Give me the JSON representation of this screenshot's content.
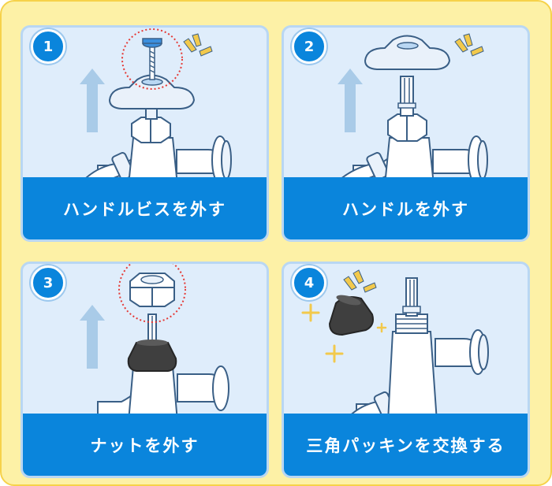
{
  "steps": [
    {
      "number": "1",
      "label": "ハンドルビスを外す"
    },
    {
      "number": "2",
      "label": "ハンドルを外す"
    },
    {
      "number": "3",
      "label": "ナットを外す"
    },
    {
      "number": "4",
      "label": "三角パッキンを交換する"
    }
  ],
  "colors": {
    "frame_bg": "#fdf1a6",
    "frame_border": "#f6d24a",
    "panel_bg": "#dfedfb",
    "caption_bg": "#0a85dc",
    "arrow": "#a9cbe8",
    "highlight_circle": "#e53935",
    "packing": "#3f3f3f",
    "accent_yellow": "#f2c94c"
  },
  "icons": [
    "up-arrow-icon",
    "faucet-icon",
    "screw-icon",
    "handle-icon",
    "nut-icon",
    "packing-icon",
    "sparkle-icon"
  ]
}
